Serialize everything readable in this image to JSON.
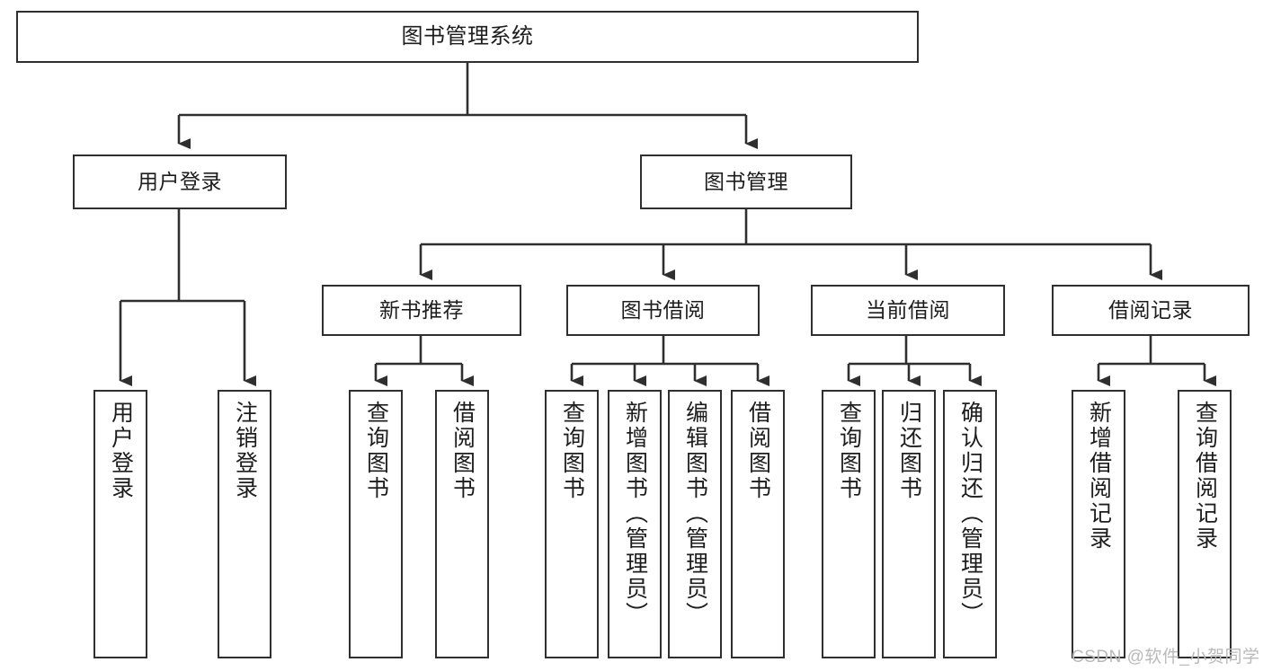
{
  "diagram": {
    "title": "图书管理系统",
    "type": "tree-hierarchy-chart",
    "colors": {
      "stroke": "#2f2f2f",
      "fill": "#ffffff",
      "text": "#1d1d1d",
      "watermark": "#b9b9b9"
    },
    "levels": {
      "root": {
        "label": "图书管理系统"
      },
      "level2": [
        {
          "id": "user-login",
          "label": "用户登录"
        },
        {
          "id": "book-management",
          "label": "图书管理"
        }
      ],
      "level3": [
        {
          "id": "new-book-recommend",
          "label": "新书推荐"
        },
        {
          "id": "book-borrow",
          "label": "图书借阅"
        },
        {
          "id": "current-borrow",
          "label": "当前借阅"
        },
        {
          "id": "borrow-record",
          "label": "借阅记录"
        }
      ],
      "leaves": [
        {
          "id": "leaf-user-login",
          "parent": "user-login",
          "label": "用户登录"
        },
        {
          "id": "leaf-logout",
          "parent": "user-login",
          "label": "注销登录"
        },
        {
          "id": "leaf-query-book-1",
          "parent": "new-book-recommend",
          "label": "查询图书"
        },
        {
          "id": "leaf-borrow-book-1",
          "parent": "new-book-recommend",
          "label": "借阅图书"
        },
        {
          "id": "leaf-query-book-2",
          "parent": "book-borrow",
          "label": "查询图书"
        },
        {
          "id": "leaf-add-book",
          "parent": "book-borrow",
          "label": "新增图书（管理员）"
        },
        {
          "id": "leaf-edit-book",
          "parent": "book-borrow",
          "label": "编辑图书（管理员）"
        },
        {
          "id": "leaf-borrow-book-2",
          "parent": "book-borrow",
          "label": "借阅图书"
        },
        {
          "id": "leaf-query-book-3",
          "parent": "current-borrow",
          "label": "查询图书"
        },
        {
          "id": "leaf-return-book",
          "parent": "current-borrow",
          "label": "归还图书"
        },
        {
          "id": "leaf-confirm-return",
          "parent": "current-borrow",
          "label": "确认归还（管理员）"
        },
        {
          "id": "leaf-add-record",
          "parent": "borrow-record",
          "label": "新增借阅记录"
        },
        {
          "id": "leaf-query-record",
          "parent": "borrow-record",
          "label": "查询借阅记录"
        }
      ]
    }
  },
  "watermark": {
    "text": "CSDN @软件_小贺同学"
  }
}
